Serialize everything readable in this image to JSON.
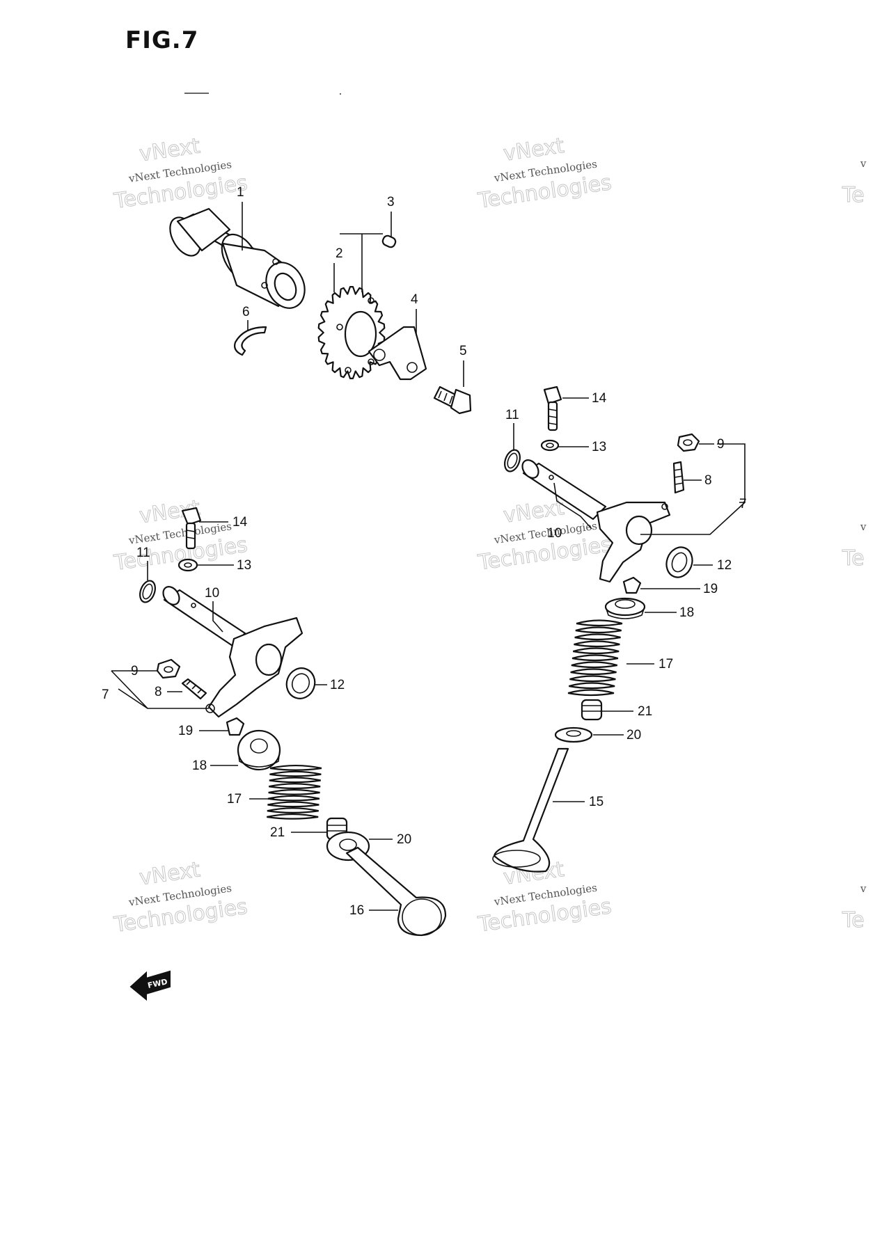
{
  "figure": {
    "title": "FIG.7"
  },
  "watermark": {
    "line1": "vNext Technologies",
    "line2": "vNext",
    "line3": "Technologies",
    "edge_v": "v",
    "edge_te": "Te"
  },
  "callouts": {
    "p1": "1",
    "p2": "2",
    "p3": "3",
    "p4": "4",
    "p5": "5",
    "p6": "6",
    "r7": "7",
    "r8": "8",
    "r9": "9",
    "r10": "10",
    "r11": "11",
    "r12": "12",
    "r13": "13",
    "r14": "14",
    "r15": "15",
    "r17": "17",
    "r18": "18",
    "r19": "19",
    "r20": "20",
    "r21": "21",
    "l7": "7",
    "l8": "8",
    "l9": "9",
    "l10": "10",
    "l11": "11",
    "l12": "12",
    "l13": "13",
    "l14": "14",
    "l16": "16",
    "l17": "17",
    "l18": "18",
    "l19": "19",
    "l20": "20",
    "l21": "21"
  },
  "fwd_badge": "FWD"
}
